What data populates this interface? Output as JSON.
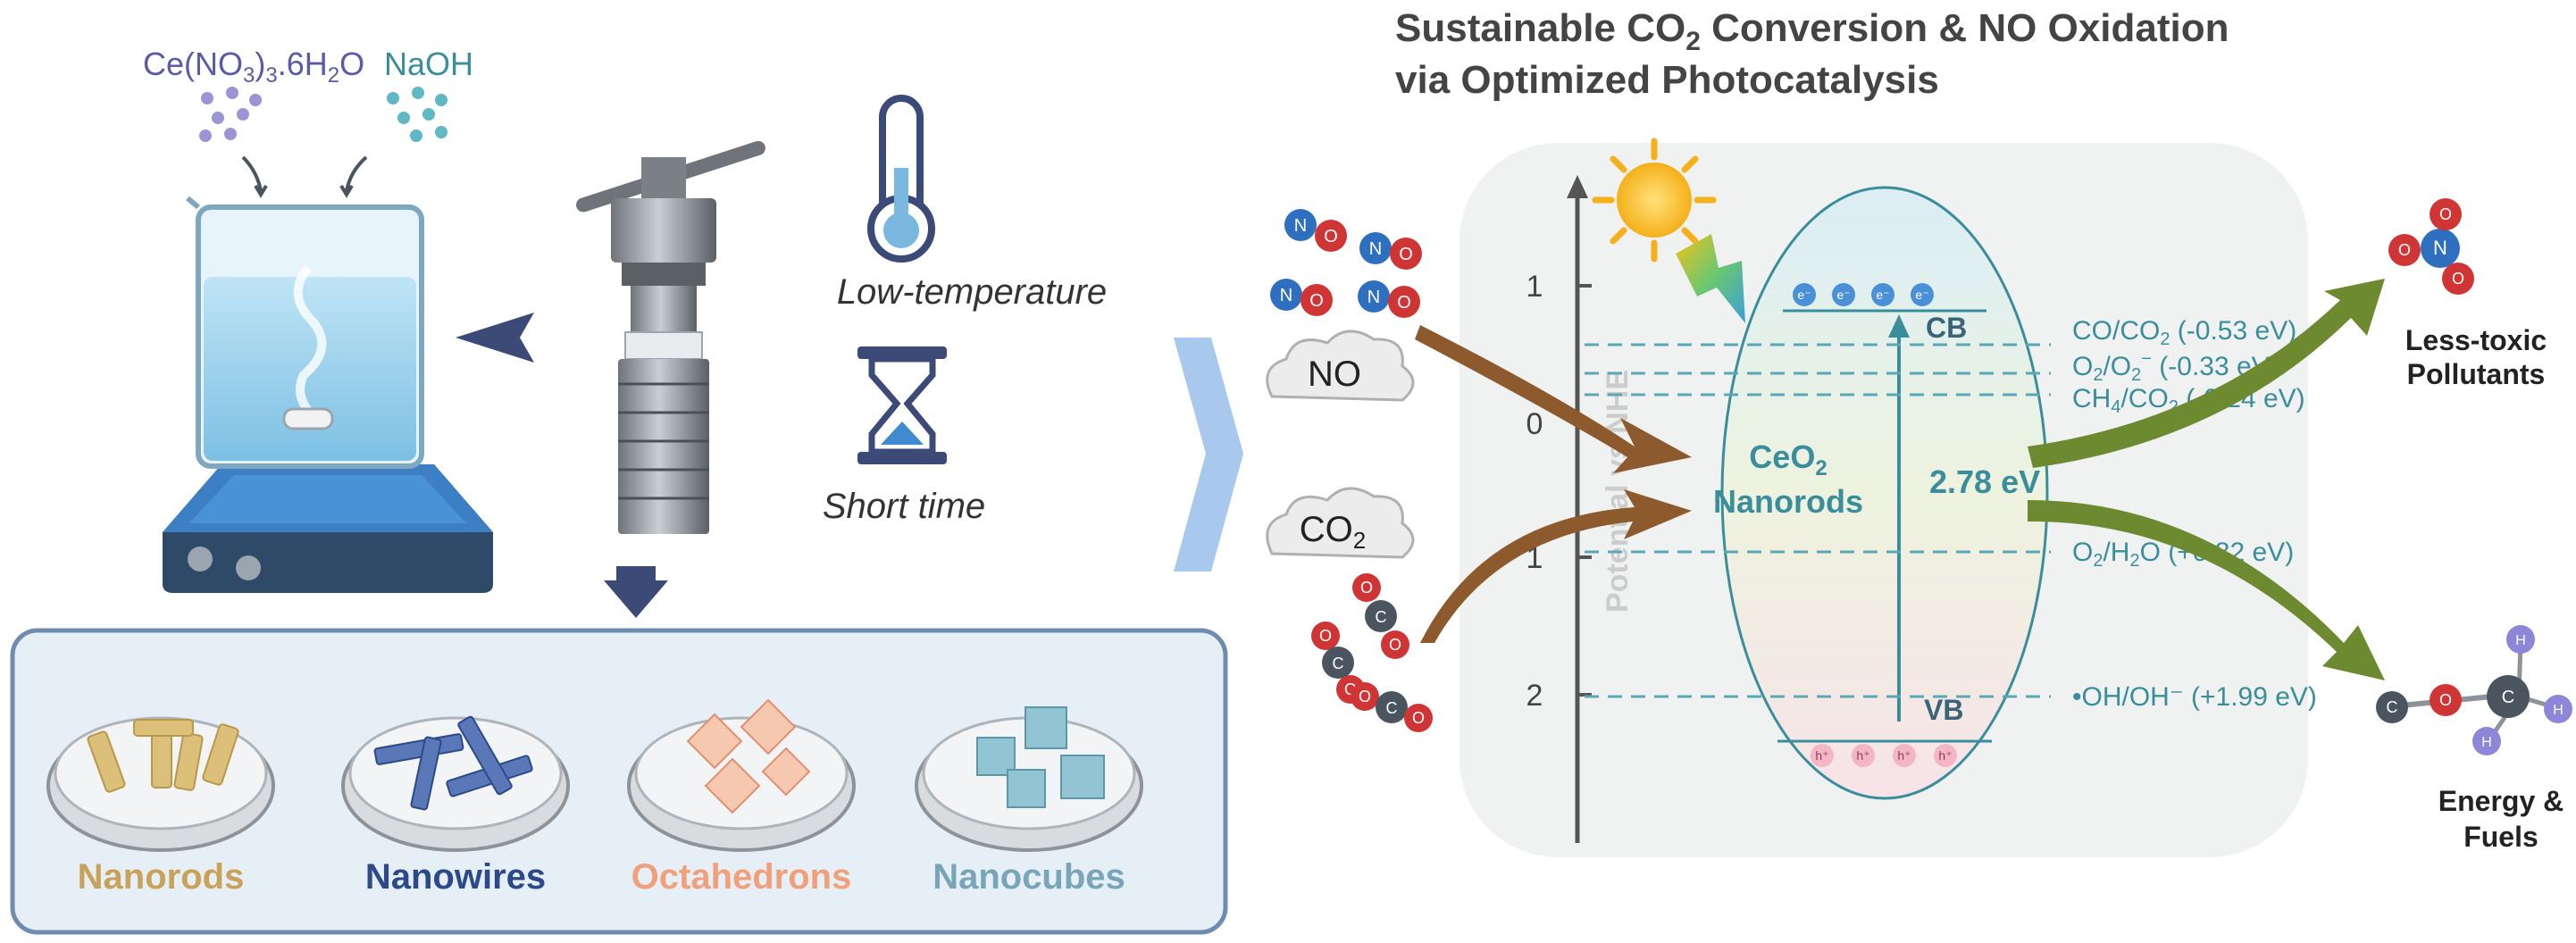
{
  "title": {
    "line1_pre": "Sustainable CO",
    "line1_sub": "2",
    "line1_post": " Conversion & NO Oxidation",
    "line2": "via Optimized Photocatalysis"
  },
  "reagents": {
    "ce_pre": "Ce(NO",
    "ce_sub1": "3",
    "ce_mid": ")",
    "ce_sub2": "3",
    "ce_post": ".6H",
    "ce_sub3": "2",
    "ce_end": "O",
    "naoh": "NaOH"
  },
  "conditions": {
    "temperature": "Low-temperature",
    "time": "Short time"
  },
  "morphologies": [
    {
      "label": "Nanorods",
      "color": "#c9a25a"
    },
    {
      "label": "Nanowires",
      "color": "#2c4a8a"
    },
    {
      "label": "Octahedrons",
      "color": "#f0a07a"
    },
    {
      "label": "Nanocubes",
      "color": "#78a6b8"
    }
  ],
  "band": {
    "axis_label": "Potential vs NHE",
    "ticks": [
      "1",
      "0",
      "1",
      "2"
    ],
    "cb": "CB",
    "vb": "VB",
    "gap": "2.78 eV",
    "catalyst_pre": "CeO",
    "catalyst_sub": "2",
    "catalyst_line2": "Nanorods",
    "electron": "e⁻",
    "hole": "h⁺",
    "levels": [
      {
        "pre": "CO/CO",
        "sub": "2",
        "post": " (-0.53 eV)"
      },
      {
        "pre": "O",
        "sub": "2",
        "mid": "/O",
        "sub2": "2",
        "sup": "−",
        "post": " (-0.33 eV)"
      },
      {
        "pre": "CH",
        "sub": "4",
        "mid": "/CO",
        "sub2": "2",
        "post": " (-0.24 eV)"
      },
      {
        "pre": "O",
        "sub": "2",
        "mid": "/H",
        "sub2": "2",
        "post": "O (+0.82 eV)"
      },
      {
        "pre": "•OH/OH⁻ (+1.99 eV)"
      }
    ]
  },
  "inputs": {
    "no": "NO",
    "co2_pre": "CO",
    "co2_sub": "2"
  },
  "atoms": {
    "n": "N",
    "o": "O",
    "c": "C",
    "h": "H"
  },
  "outputs": {
    "less_toxic_1": "Less-toxic",
    "less_toxic_2": "Pollutants",
    "energy_1": "Energy &",
    "energy_2": "Fuels"
  },
  "colors": {
    "teal": "#3a8e9c",
    "oxygen": "#d03535",
    "nitrogen": "#2e6fc0",
    "carbon": "#4a5560",
    "hydrogen": "#8e86d8",
    "arrow_brown": "#8c5a2c",
    "arrow_green": "#6e8a30"
  }
}
